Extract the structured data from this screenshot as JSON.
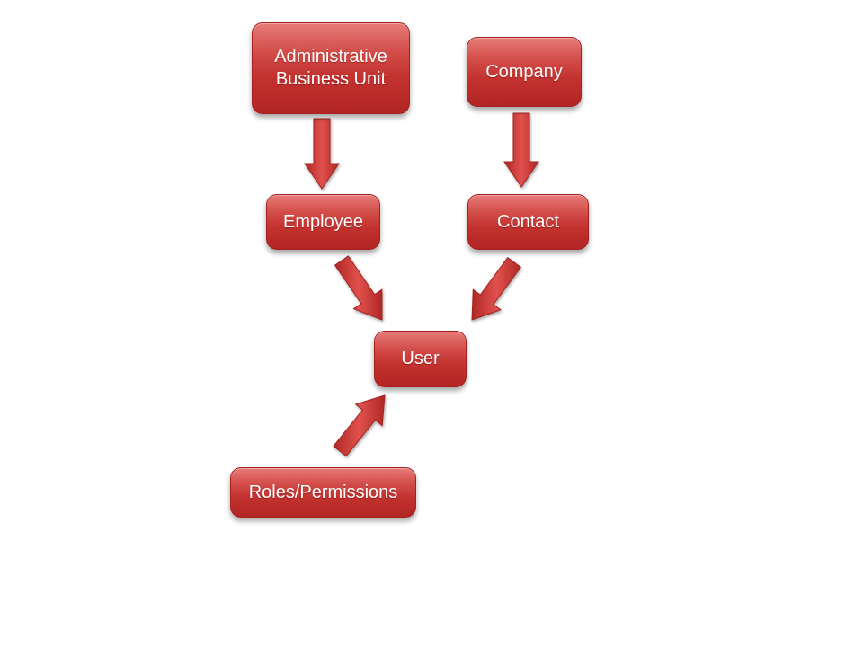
{
  "nodes": {
    "admin_bu": {
      "line1": "Administrative",
      "line2": "Business Unit"
    },
    "company": {
      "label": "Company"
    },
    "employee": {
      "label": "Employee"
    },
    "contact": {
      "label": "Contact"
    },
    "user": {
      "label": "User"
    },
    "roles": {
      "label": "Roles/Permissions"
    }
  },
  "colors": {
    "box_fill_top": "#e77b78",
    "box_fill_bottom": "#b12523",
    "box_border": "#a62020",
    "arrow_fill": "#d6413e",
    "text": "#ffffff"
  },
  "connections": [
    {
      "from": "Administrative Business Unit",
      "to": "Employee"
    },
    {
      "from": "Company",
      "to": "Contact"
    },
    {
      "from": "Employee",
      "to": "User"
    },
    {
      "from": "Contact",
      "to": "User"
    },
    {
      "from": "Roles/Permissions",
      "to": "User"
    }
  ]
}
